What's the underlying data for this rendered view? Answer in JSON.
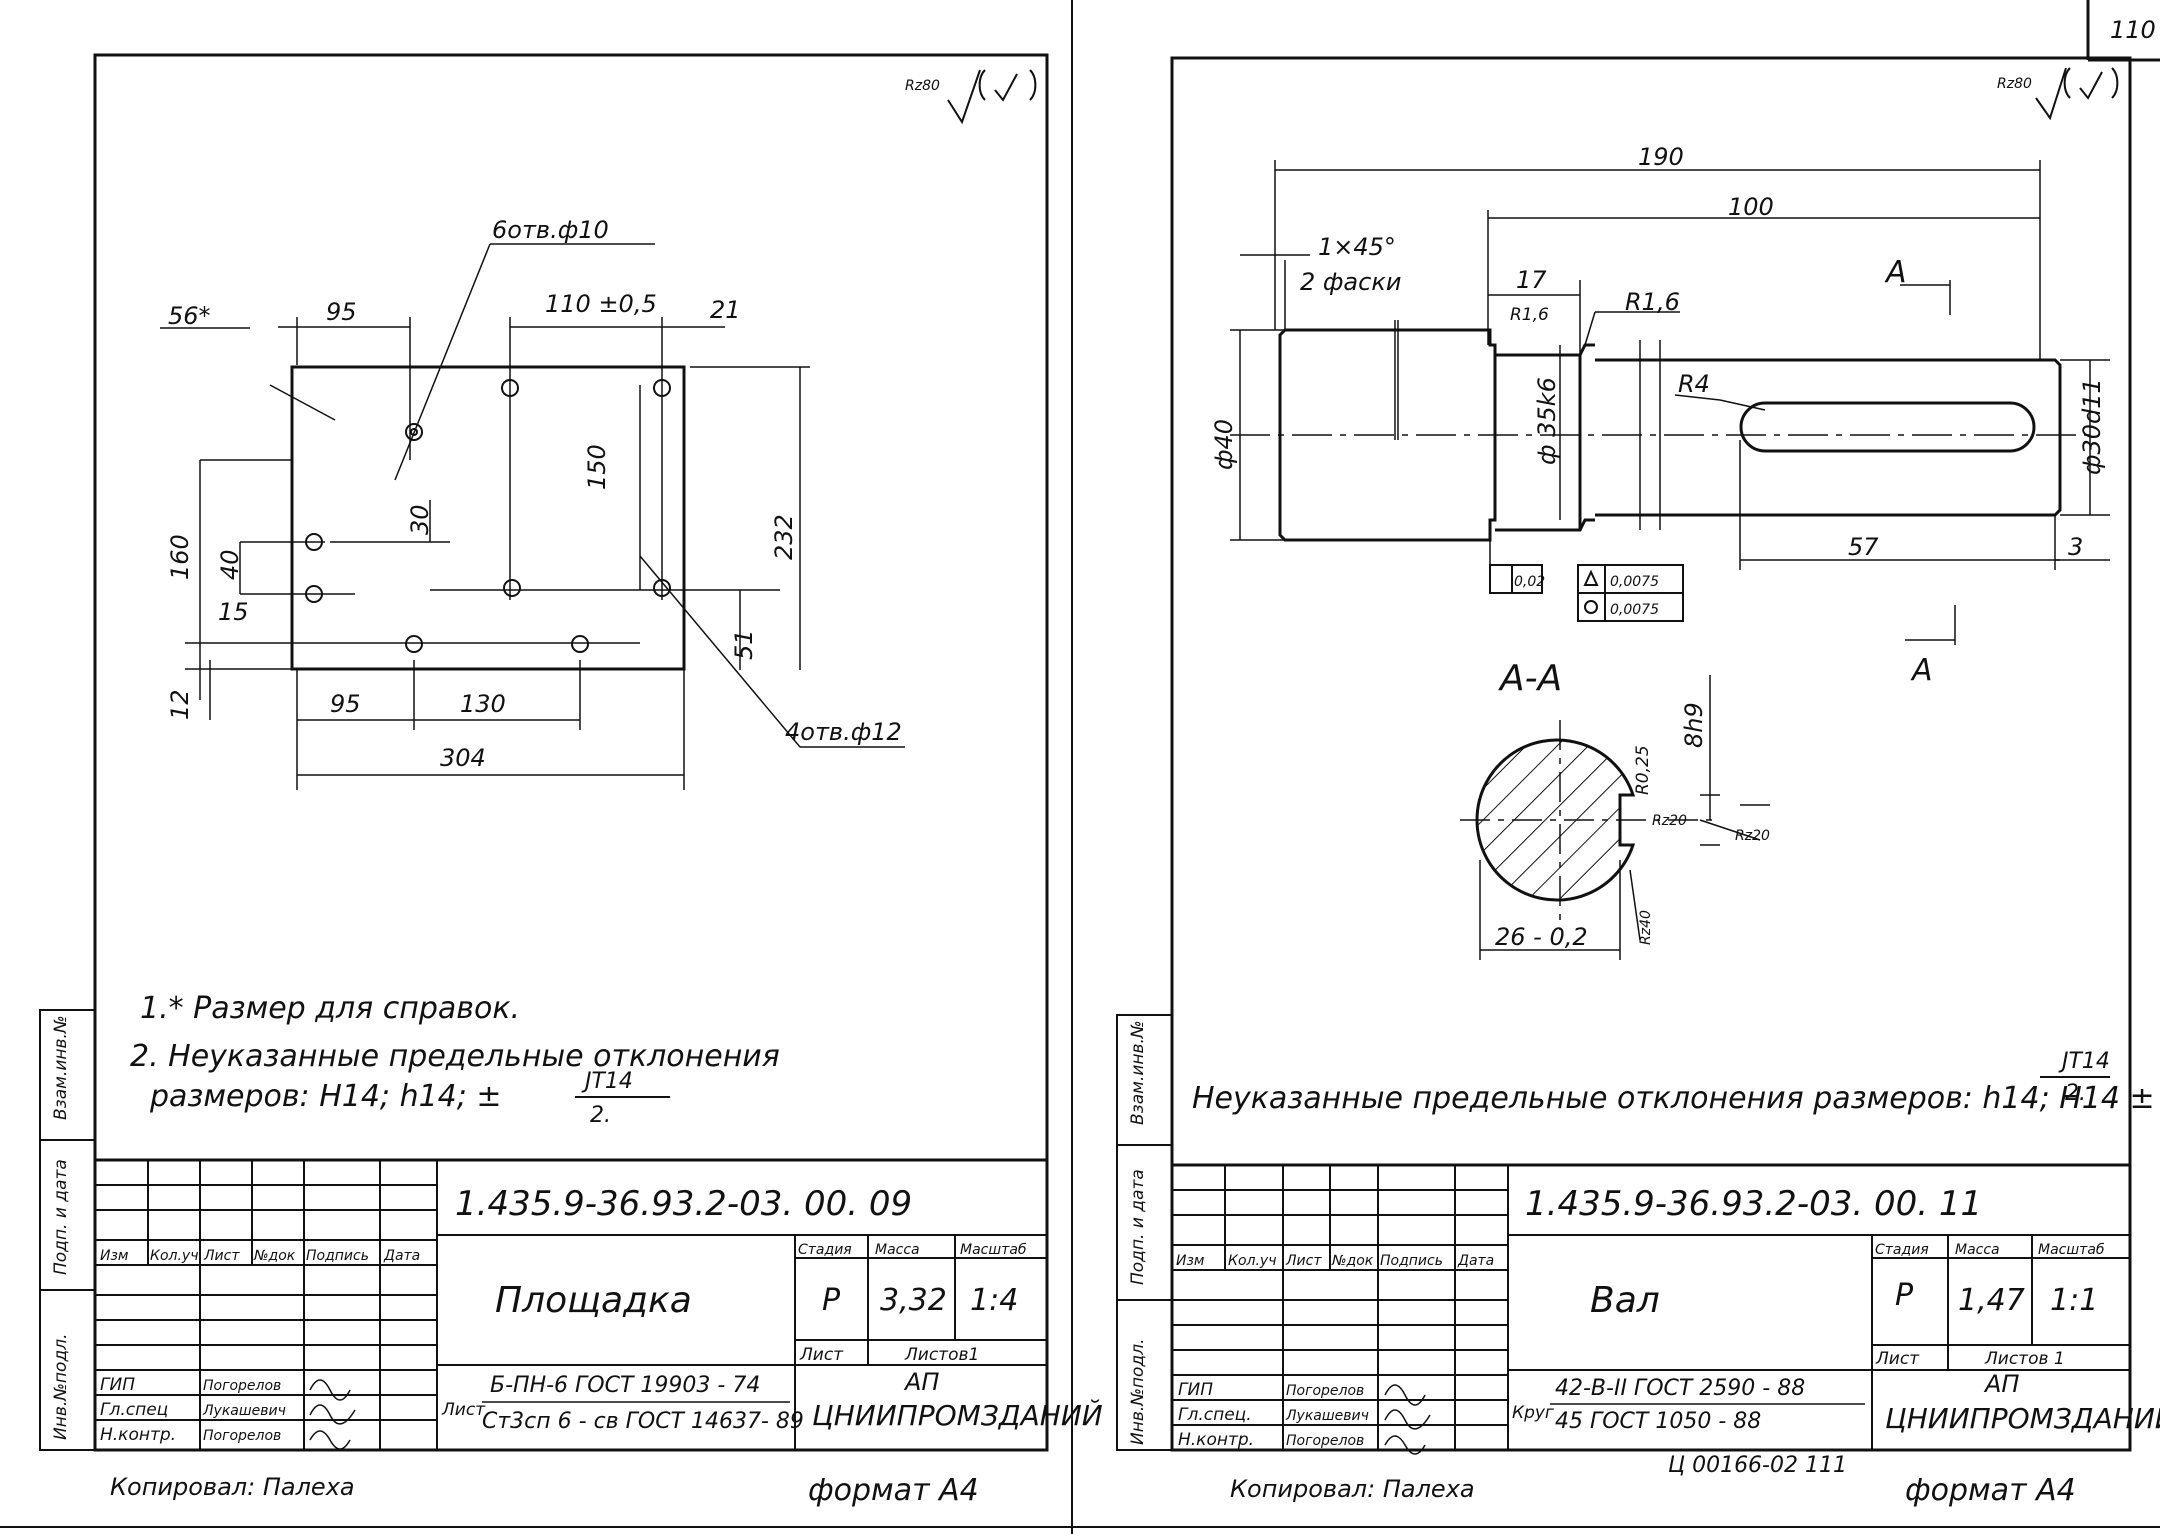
{
  "page_number": "110",
  "left": {
    "roughness": "Rz80",
    "holes_top": "6отв.ф10",
    "holes_bottom": "4отв.ф12",
    "dims": {
      "d56": "56*",
      "d95_top": "95",
      "d110": "110 ±0,5",
      "d21": "21",
      "d150": "150",
      "d160": "160",
      "d30": "30",
      "d40": "40",
      "d15": "15",
      "d232": "232",
      "d51": "51",
      "d12": "12",
      "d95_bot": "95",
      "d130": "130",
      "d304": "304"
    },
    "notes": {
      "n1": "1.* Размер для справок.",
      "n2a": "2. Неуказанные предельные отклонения",
      "n2b": "размеров: H14; h14; ±",
      "n2_frac_top": "JT14",
      "n2_frac_bot": "2."
    },
    "title_block": {
      "doc_number": "1.435.9-36.93.2-03. 00. 09",
      "name": "Площадка",
      "headers": [
        "Изм",
        "Кол.уч",
        "Лист",
        "№док",
        "Подпись",
        "Дата"
      ],
      "col_labels": [
        "Стадия",
        "Масса",
        "Масштаб"
      ],
      "stage": "Р",
      "mass": "3,32",
      "scale": "1:4",
      "sheet_label": "Лист",
      "sheets_label": "Листов1",
      "roles": [
        "ГИП",
        "Гл.спец",
        "Н.контр."
      ],
      "people": [
        "Погорелов",
        "Лукашевич",
        "Погорелов"
      ],
      "material_prefix": "Лист",
      "material_line1": "Б-ПН-6 ГОСТ 19903 - 74",
      "material_line2": "Ст3сп 6 - св ГОСТ 14637- 89",
      "org1": "АП",
      "org2": "ЦНИИПРОМЗДАНИЙ"
    },
    "side_labels": [
      "Взам.инв.№",
      "Подп. и дата",
      "Инв.№подл."
    ],
    "copied": "Копировал: Палеха",
    "format": "формат А4"
  },
  "right": {
    "roughness": "Rz80",
    "dims": {
      "d190": "190",
      "d100": "100",
      "chamfer1": "1×45°",
      "chamfer2": "2 фаски",
      "d17": "17",
      "r16a": "R1,6",
      "r16b": "R1,6",
      "r4": "R4",
      "phi40": "ф40",
      "phi35": "ф 35k6",
      "phi30": "ф30d11",
      "d57": "57",
      "d3": "3",
      "tol_par": "0,02",
      "tol_a": "0,0075",
      "tol_b": "0,0075"
    },
    "section_mark": "А",
    "section_title": "А-А",
    "section_dims": {
      "w8": "8h9",
      "r025": "R0,25",
      "rz20a": "Rz20",
      "rz20b": "Rz20",
      "rz40": "Rz40",
      "d26": "26 - 0,2"
    },
    "notes": {
      "n1": "Неуказанные предельные отклонения размеров: h14; H14 ±",
      "frac_top": "JT14",
      "frac_bot": "2."
    },
    "title_block": {
      "doc_number": "1.435.9-36.93.2-03. 00. 11",
      "name": "Вал",
      "headers": [
        "Изм",
        "Кол.уч",
        "Лист",
        "№док",
        "Подпись",
        "Дата"
      ],
      "col_labels": [
        "Стадия",
        "Масса",
        "Масштаб"
      ],
      "stage": "Р",
      "mass": "1,47",
      "scale": "1:1",
      "sheet_label": "Лист",
      "sheets_label": "Листов 1",
      "roles": [
        "ГИП",
        "Гл.спец.",
        "Н.контр."
      ],
      "people": [
        "Погорелов",
        "Лукашевич",
        "Погорелов"
      ],
      "material_prefix": "Круг",
      "material_line1": "42-В-II ГОСТ 2590 - 88",
      "material_line2": "45 ГОСТ 1050 - 88",
      "org1": "АП",
      "org2": "ЦНИИПРОМЗДАНИЙ"
    },
    "side_labels": [
      "Взам.инв.№",
      "Подп. и дата",
      "Инв.№подл."
    ],
    "stamp": "Ц 00166-02   111",
    "copied": "Копировал: Палеха",
    "format": "формат А4"
  }
}
